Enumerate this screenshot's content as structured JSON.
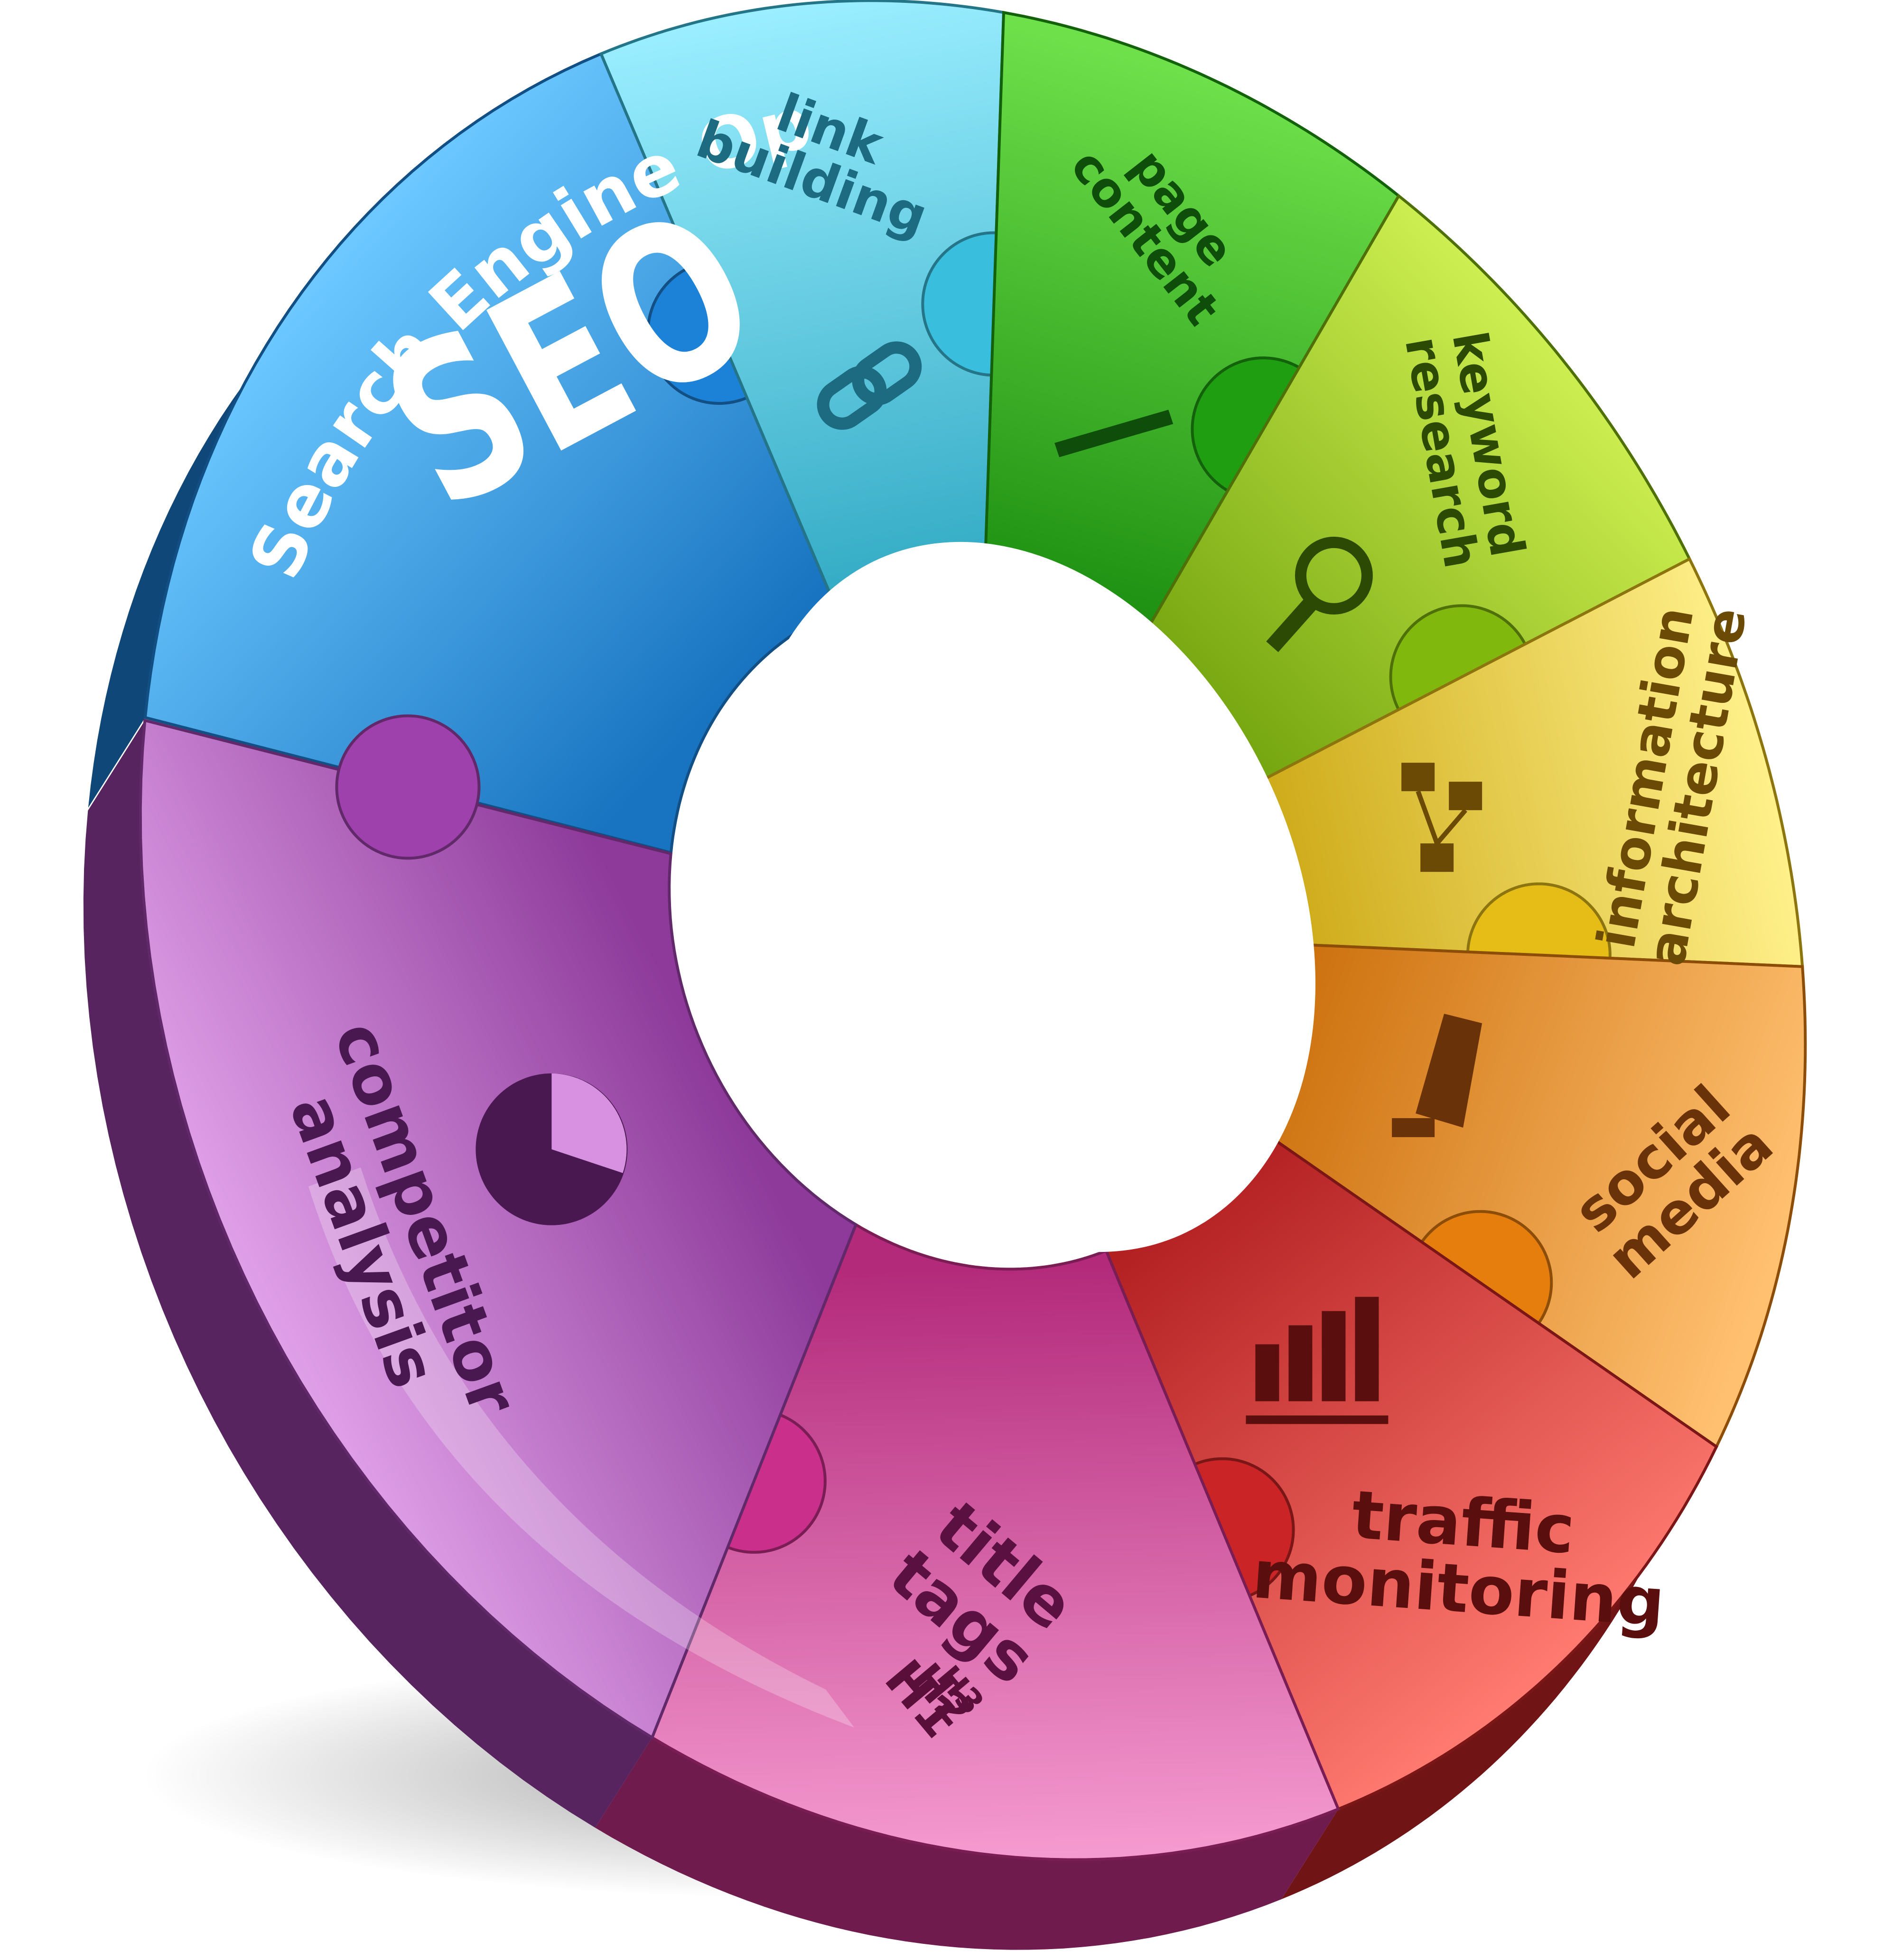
{
  "header": {
    "arc_title": "Search Engine Optimization",
    "logo": "SEO"
  },
  "segments": [
    {
      "id": "seo",
      "lines": [],
      "color": "#1e90f0",
      "light": "#6cc8ff",
      "icon": ""
    },
    {
      "id": "link-building",
      "lines": [
        "link",
        "building"
      ],
      "color": "#3fd4f5",
      "light": "#9aeeff",
      "icon": "chain-link-icon",
      "text_color": "#1c6b80"
    },
    {
      "id": "page-content",
      "lines": [
        "page",
        "content"
      ],
      "color": "#22b014",
      "light": "#6ee04a",
      "icon": "pencil-icon",
      "text_color": "#0e4d0a"
    },
    {
      "id": "keyword-research",
      "lines": [
        "keyword",
        "research"
      ],
      "color": "#8fcc10",
      "light": "#cdee50",
      "icon": "magnifier-icon",
      "text_color": "#2d4a05"
    },
    {
      "id": "information-architecture",
      "lines": [
        "information",
        "architecture"
      ],
      "color": "#ffd21a",
      "light": "#fff08a",
      "icon": "sitemap-icon",
      "text_color": "#6a4a05"
    },
    {
      "id": "social-media",
      "lines": [
        "social",
        "media"
      ],
      "color": "#ff8c10",
      "light": "#ffc070",
      "icon": "megaphone-icon",
      "text_color": "#6a3208"
    },
    {
      "id": "traffic-monitoring",
      "lines": [
        "traffic",
        "monitoring"
      ],
      "color": "#e0282a",
      "light": "#ff7a70",
      "icon": "bar-chart-icon",
      "text_color": "#5a0e0e"
    },
    {
      "id": "title-tags",
      "lines": [
        "title",
        "tags"
      ],
      "color": "#e0359a",
      "light": "#f59ad0",
      "icon": "",
      "text_color": "#5a1040",
      "headings": [
        "H1",
        "H2",
        "H3"
      ]
    },
    {
      "id": "competitor-analysis",
      "lines": [
        "competitor",
        "analysis"
      ],
      "color": "#b048c0",
      "light": "#e0a0e8",
      "icon": "pie-chart-icon",
      "text_color": "#4a1850"
    }
  ],
  "colors": {
    "background": "#ffffff",
    "seo_text": "#ffffff"
  }
}
